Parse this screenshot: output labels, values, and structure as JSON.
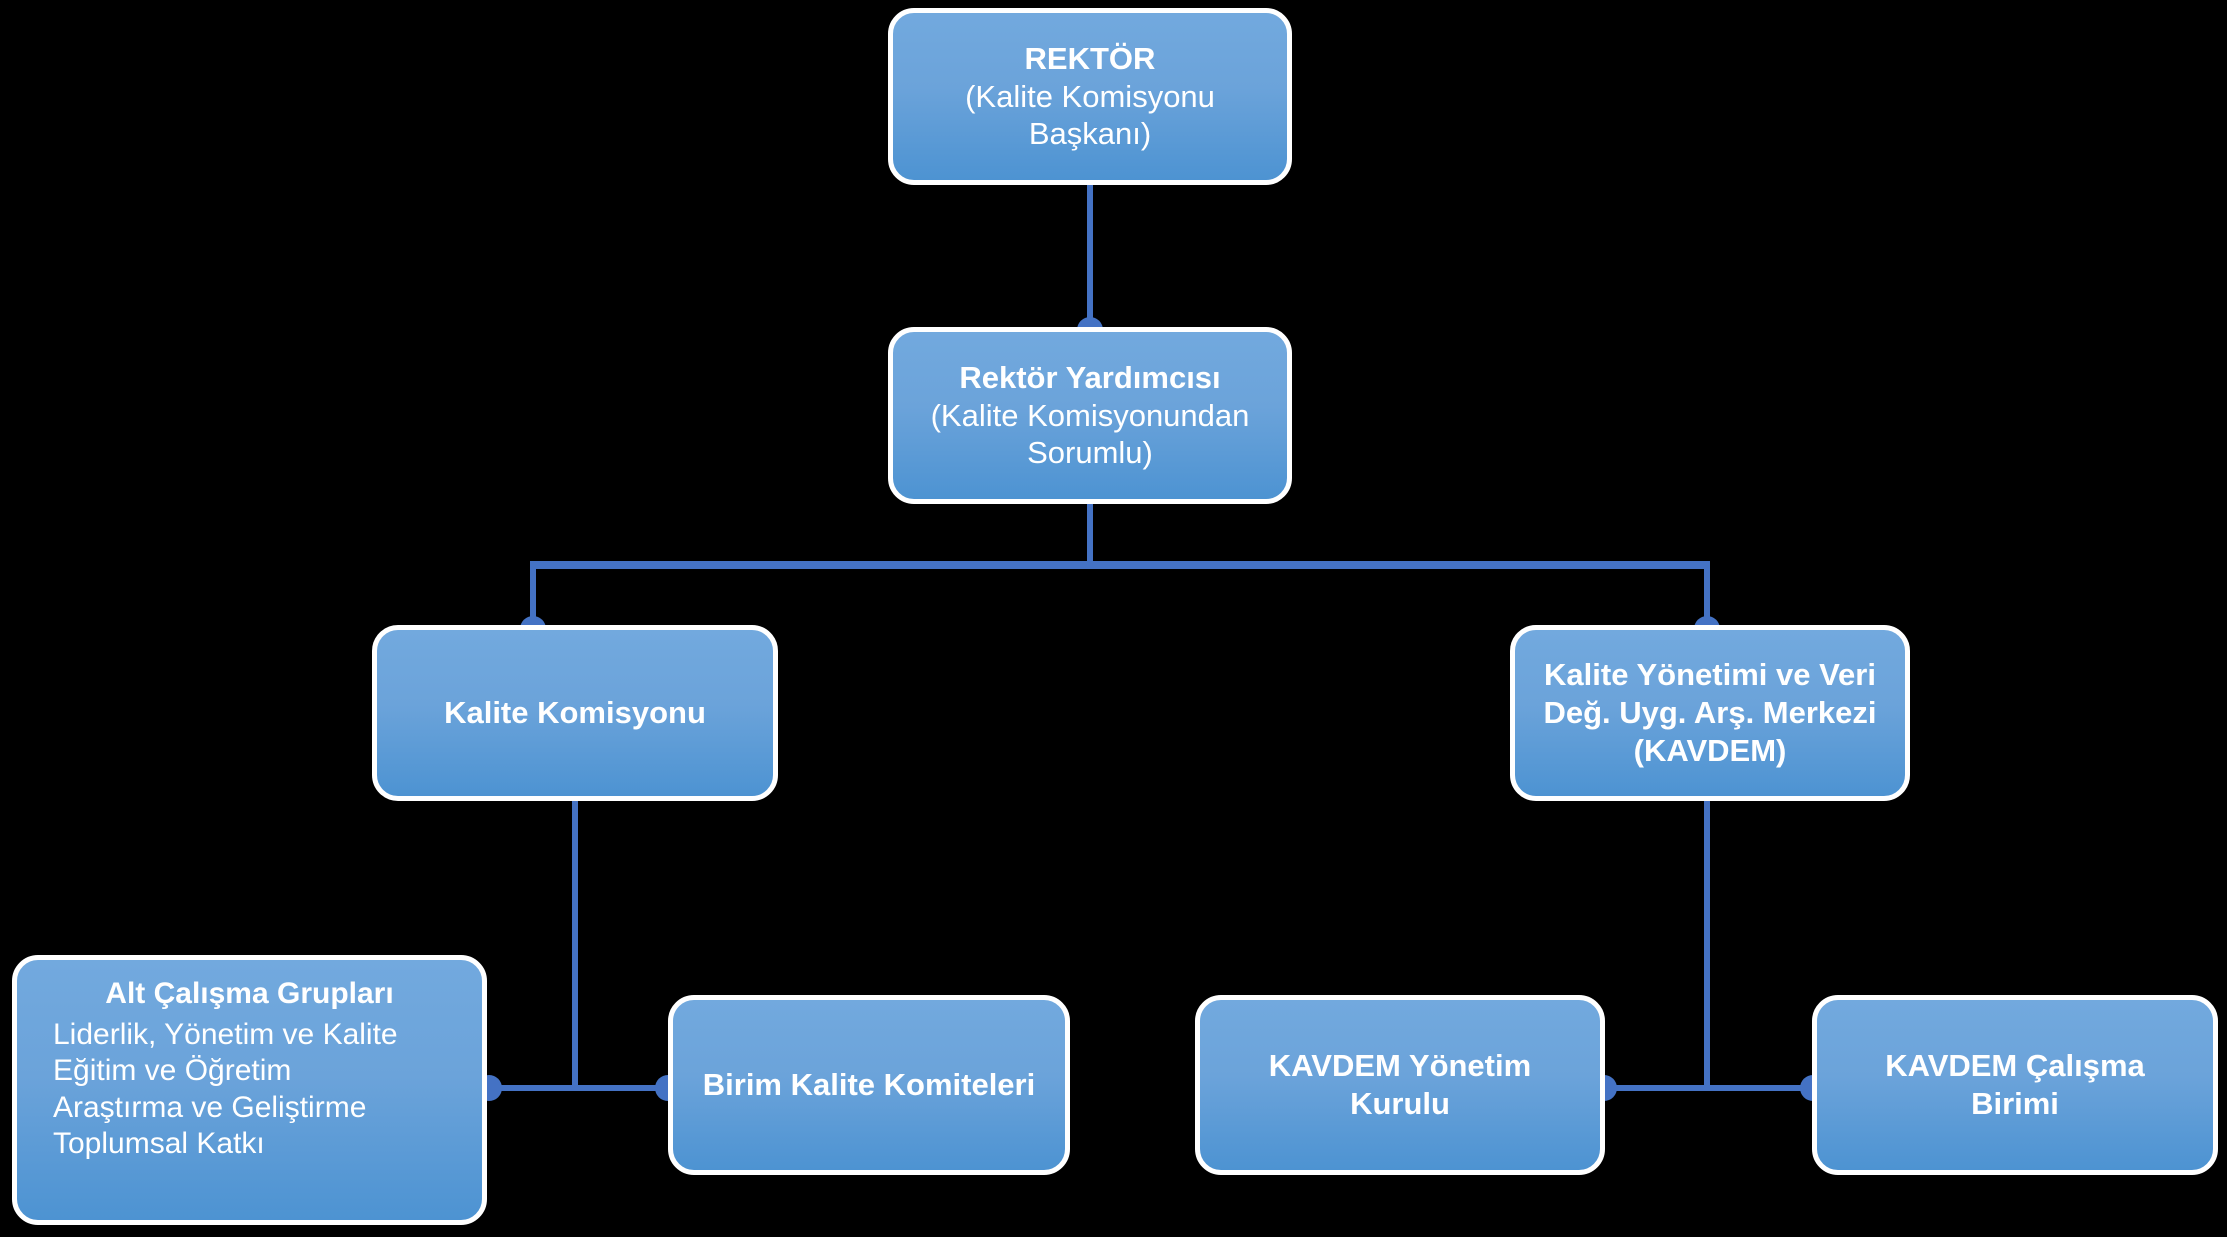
{
  "diagram": {
    "type": "organization-chart",
    "background_color": "#000000",
    "node_fill_top": "#72A9DE",
    "node_fill_bottom": "#4D93D2",
    "node_border_color": "#FFFFFF",
    "node_text_color": "#FFFFFF",
    "connector_color": "#4472C4"
  },
  "nodes": {
    "rektor": {
      "title": "REKTÖR",
      "sub1": "(Kalite Komisyonu",
      "sub2": "Başkanı)"
    },
    "rektor_yardimcisi": {
      "title": "Rektör Yardımcısı",
      "sub1": "(Kalite Komisyonundan",
      "sub2": "Sorumlu)"
    },
    "kalite_komisyonu": {
      "title": "Kalite Komisyonu"
    },
    "kavdem": {
      "line1": "Kalite Yönetimi ve Veri",
      "line2": "Değ. Uyg. Arş. Merkezi",
      "line3": "(KAVDEM)"
    },
    "alt_calisma_gruplari": {
      "title": "Alt Çalışma Grupları",
      "items": [
        "Liderlik, Yönetim ve Kalite",
        "Eğitim ve Öğretim",
        "Araştırma ve Geliştirme",
        "Toplumsal Katkı"
      ]
    },
    "birim_kalite_komiteleri": {
      "title": "Birim Kalite Komiteleri"
    },
    "kavdem_yonetim_kurulu": {
      "line1": "KAVDEM Yönetim",
      "line2": "Kurulu"
    },
    "kavdem_calisma_birimi": {
      "line1": "KAVDEM Çalışma",
      "line2": "Birimi"
    }
  }
}
